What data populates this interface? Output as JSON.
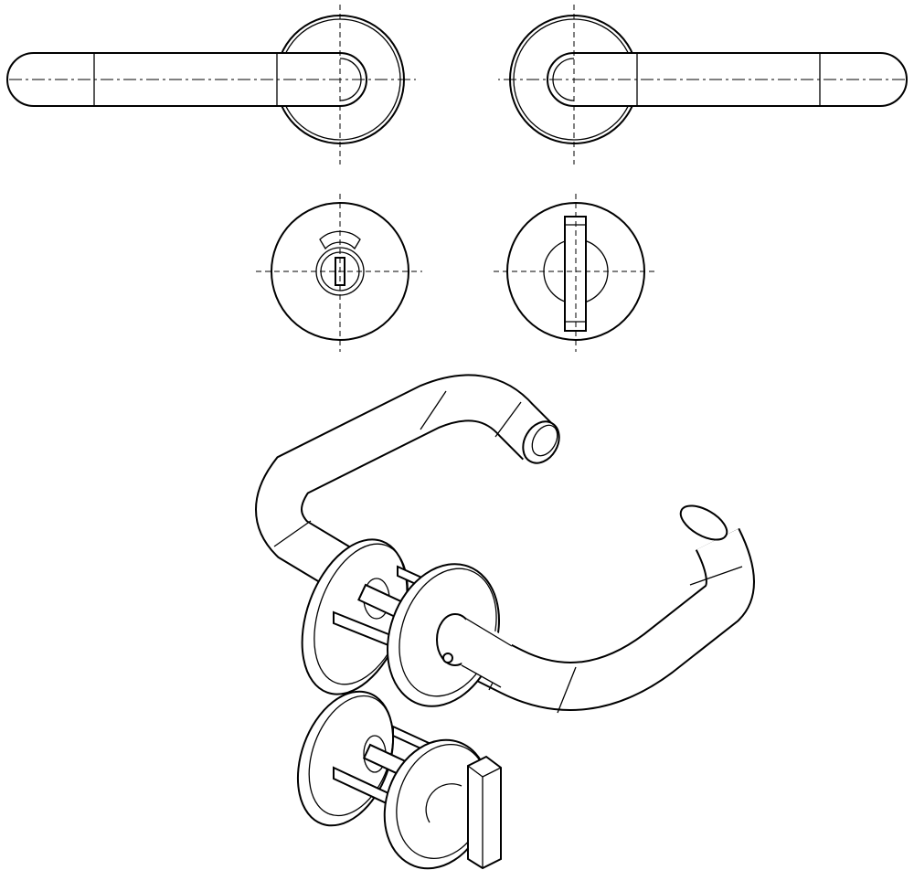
{
  "colors": {
    "stroke": "#000000",
    "background": "#ffffff"
  },
  "views": [
    "lever-left-front",
    "lever-right-front",
    "privacy-indicator-front",
    "thumb-turn-front",
    "isometric-assembly"
  ]
}
